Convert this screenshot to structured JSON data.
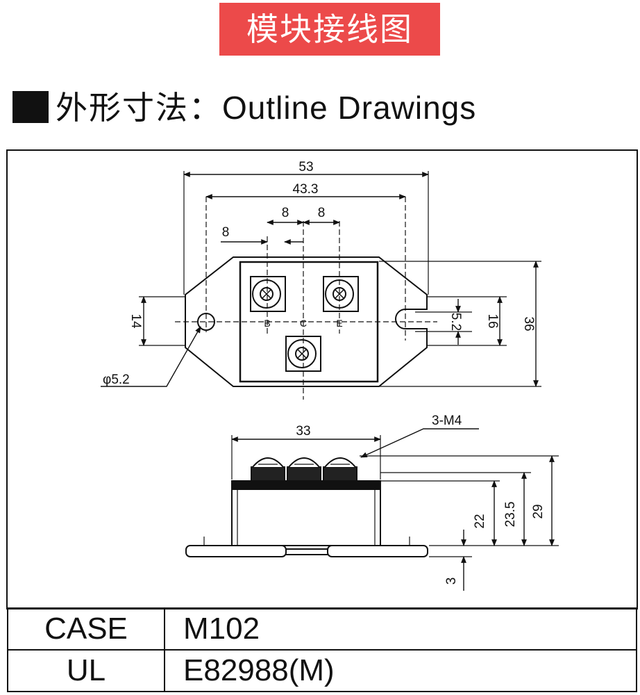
{
  "banner": {
    "title": "模块接线图",
    "color": "#ec4a4a"
  },
  "heading": {
    "title_cn": "外形寸法：",
    "title_en": "Outline Drawings"
  },
  "top_view": {
    "dims": {
      "overall_width": "53",
      "hole_pitch": "43.3",
      "pitch_a": "8",
      "pitch_b": "8",
      "pitch_c": "8",
      "hole_diameter": "φ5.2",
      "left_width": "14",
      "slot_width": "5.2",
      "center_width": "16",
      "overall_height": "36"
    },
    "terminal_labels": {
      "b": "B",
      "c": "C",
      "e": "E"
    }
  },
  "side_view": {
    "dims": {
      "terminal_span": "33",
      "screws": "3-M4",
      "body_height": "22",
      "to_terminal_base": "23.5",
      "total_height": "29",
      "flange_thickness": "3"
    }
  },
  "specs": {
    "rows": [
      {
        "key": "CASE",
        "value": "M102"
      },
      {
        "key": "UL",
        "value": "E82988(M)"
      }
    ]
  }
}
